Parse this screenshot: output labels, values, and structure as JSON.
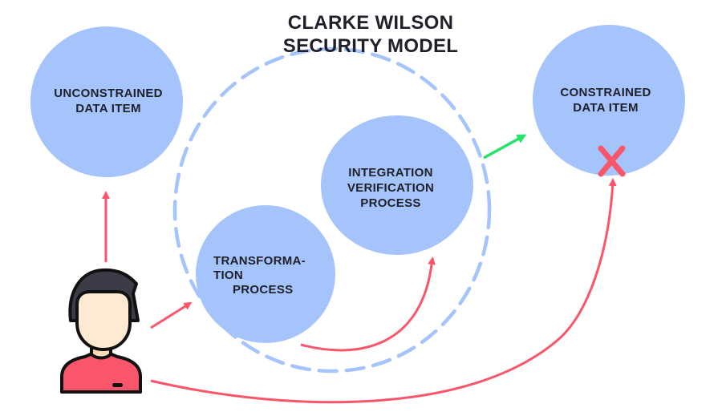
{
  "title": {
    "line1": "CLARKE WILSON",
    "line2": "SECURITY MODEL"
  },
  "nodes": {
    "unconstrained": {
      "line1": "UNCONSTRAINED",
      "line2": "DATA ITEM"
    },
    "constrained": {
      "line1": "CONSTRAINED",
      "line2": "DATA ITEM"
    },
    "integration": {
      "line1": "INTEGRATION",
      "line2": "VERIFICATION",
      "line3": "PROCESS"
    },
    "transformation": {
      "line1": "TRANSFORMA-",
      "line2": "TION",
      "line3": "PROCESS"
    }
  },
  "actor": {
    "icon": "user-icon"
  },
  "edges": [
    {
      "from": "user",
      "to": "unconstrained",
      "color": "#f9566b"
    },
    {
      "from": "user",
      "to": "transformation",
      "color": "#f9566b"
    },
    {
      "from": "transformation",
      "to": "integration",
      "color": "#f9566b"
    },
    {
      "from": "integration",
      "to": "constrained",
      "color": "#27e36b"
    },
    {
      "from": "user",
      "to": "constrained",
      "color": "#f9566b",
      "blocked": true
    }
  ],
  "colors": {
    "node_fill": "#a5c4fc",
    "boundary": "#a5c4fc",
    "arrow": "#f9566b",
    "allowed_arrow": "#27e36b",
    "blocked_mark": "#f9566b",
    "text": "#1f2029"
  }
}
